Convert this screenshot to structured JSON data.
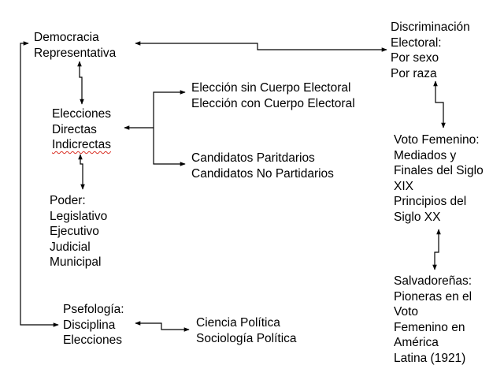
{
  "diagram": {
    "nodes": {
      "democracia": {
        "lines": [
          "Democracia",
          "Representativa"
        ]
      },
      "discriminacion": {
        "lines": [
          "Discriminación",
          "Electoral:",
          "Por sexo",
          "Por raza"
        ]
      },
      "elecciones": {
        "lines": [
          "Elecciones",
          "Directas",
          "Indicrectas"
        ]
      },
      "eleccion_cuerpo": {
        "lines": [
          "Elección sin Cuerpo Electoral",
          "Elección con Cuerpo Electoral"
        ]
      },
      "candidatos": {
        "lines": [
          "Candidatos Paritdarios",
          "Candidatos No Partidarios"
        ]
      },
      "poder": {
        "lines": [
          "Poder:",
          "Legislativo",
          "Ejecutivo",
          "Judicial",
          "Municipal"
        ]
      },
      "voto_femenino": {
        "lines": [
          "Voto Femenino:",
          "Mediados y",
          "Finales del Siglo",
          "XIX",
          "Principios del",
          "Siglo XX"
        ]
      },
      "salvadorenas": {
        "lines": [
          "Salvadoreñas:",
          "Pioneras en el",
          "Voto",
          "Femenino en",
          "América",
          "Latina (1921)"
        ]
      },
      "psefologia": {
        "lines": [
          "Psefología:",
          "Disciplina",
          "Elecciones"
        ]
      },
      "ciencia": {
        "lines": [
          "Ciencia Política",
          "Sociología Política"
        ]
      }
    }
  }
}
